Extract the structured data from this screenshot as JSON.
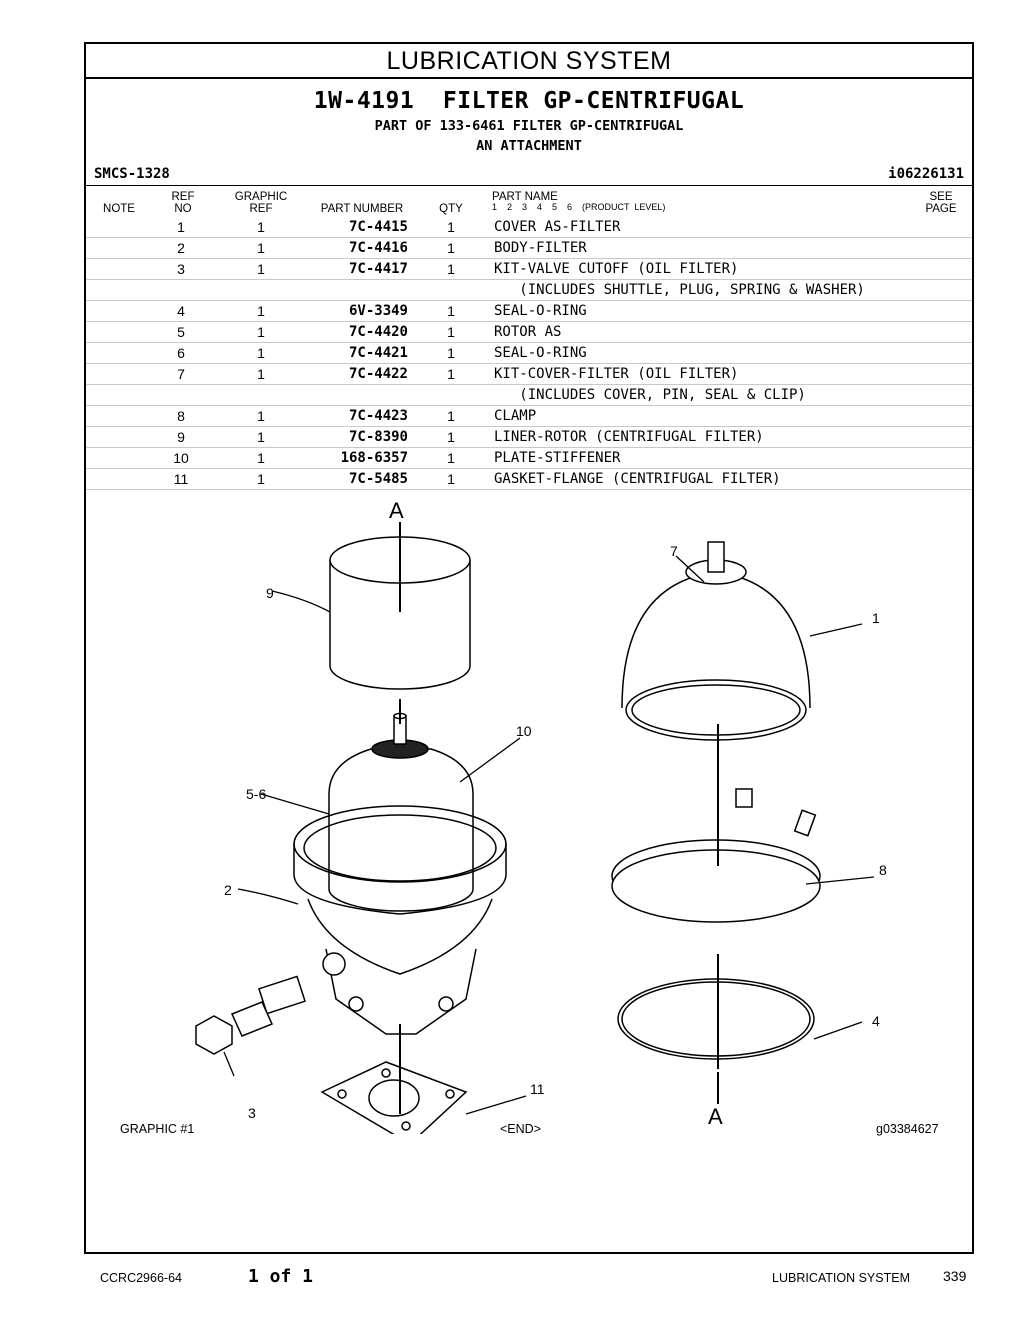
{
  "section": {
    "title": "LUBRICATION SYSTEM"
  },
  "group": {
    "title": "1W-4191  FILTER GP-CENTRIFUGAL",
    "part_of": "PART OF 133-6461 FILTER GP-CENTRIFUGAL",
    "attachment": "AN ATTACHMENT",
    "smcs": "SMCS-1328",
    "ident": "i06226131"
  },
  "headers": {
    "note": "NOTE",
    "ref_1": "REF",
    "ref_2": "NO",
    "graphic_1": "GRAPHIC",
    "graphic_2": "REF",
    "part_number": "PART NUMBER",
    "qty": "QTY",
    "part_name": "PART  NAME",
    "levels": "1    2    3    4    5    6    (PRODUCT  LEVEL)",
    "see_1": "SEE",
    "see_2": "PAGE"
  },
  "rows": [
    {
      "ref": "1",
      "graphic": "1",
      "part_number": "7C-4415",
      "qty": "1",
      "name": "COVER AS-FILTER"
    },
    {
      "ref": "2",
      "graphic": "1",
      "part_number": "7C-4416",
      "qty": "1",
      "name": "BODY-FILTER"
    },
    {
      "ref": "3",
      "graphic": "1",
      "part_number": "7C-4417",
      "qty": "1",
      "name": "KIT-VALVE CUTOFF (OIL FILTER)"
    },
    {
      "ref": "",
      "graphic": "",
      "part_number": "",
      "qty": "",
      "name": "   (INCLUDES SHUTTLE, PLUG, SPRING & WASHER)"
    },
    {
      "ref": "4",
      "graphic": "1",
      "part_number": "6V-3349",
      "qty": "1",
      "name": "SEAL-O-RING"
    },
    {
      "ref": "5",
      "graphic": "1",
      "part_number": "7C-4420",
      "qty": "1",
      "name": "ROTOR AS"
    },
    {
      "ref": "6",
      "graphic": "1",
      "part_number": "7C-4421",
      "qty": "1",
      "name": "SEAL-O-RING"
    },
    {
      "ref": "7",
      "graphic": "1",
      "part_number": "7C-4422",
      "qty": "1",
      "name": "KIT-COVER-FILTER (OIL FILTER)"
    },
    {
      "ref": "",
      "graphic": "",
      "part_number": "",
      "qty": "",
      "name": "   (INCLUDES COVER, PIN, SEAL & CLIP)"
    },
    {
      "ref": "8",
      "graphic": "1",
      "part_number": "7C-4423",
      "qty": "1",
      "name": "CLAMP"
    },
    {
      "ref": "9",
      "graphic": "1",
      "part_number": "7C-8390",
      "qty": "1",
      "name": "LINER-ROTOR (CENTRIFUGAL FILTER)"
    },
    {
      "ref": "10",
      "graphic": "1",
      "part_number": "168-6357",
      "qty": "1",
      "name": "PLATE-STIFFENER"
    },
    {
      "ref": "11",
      "graphic": "1",
      "part_number": "7C-5485",
      "qty": "1",
      "name": "GASKET-FLANGE (CENTRIFUGAL FILTER)"
    }
  ],
  "graphic": {
    "callouts": {
      "c1": "1",
      "c2": "2",
      "c3": "3",
      "c4": "4",
      "c56": "5-6",
      "c7": "7",
      "c8": "8",
      "c9": "9",
      "c10": "10",
      "c11": "11",
      "a_top": "A",
      "a_bottom": "A"
    },
    "caption_left": "GRAPHIC #1",
    "caption_center": "<END>",
    "caption_right": "g03384627"
  },
  "footer": {
    "doc": "CCRC2966-64",
    "pages": "1 of 1",
    "section": "LUBRICATION SYSTEM",
    "page_number": "339"
  }
}
